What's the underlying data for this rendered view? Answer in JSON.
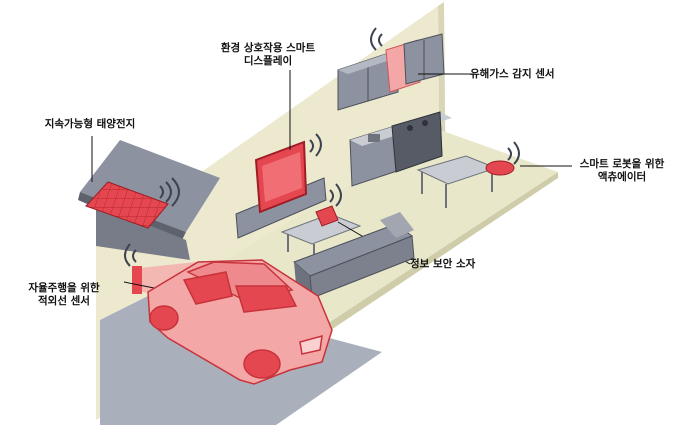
{
  "labels": {
    "solar_cell": "지속가능형 태양전지",
    "smart_display": "환경 상호작용 스마트\n디스플레이",
    "gas_sensor": "유해가스 감지 센서",
    "robot_actuator": "스마트 로봇을 위한\n액츄에이터",
    "ir_sensor": "자율주행을 위한\n적외선 센서",
    "security_device": "정보 보안 소자"
  },
  "colors": {
    "highlight": "#e4474f",
    "highlight_light": "#f4a7a7",
    "wall": "#ece9cf",
    "floor": "#e9e7c9",
    "cabinet": "#8c929f",
    "appliance": "#575b66",
    "signal": "#3d4350",
    "driveway": "#aab0bb"
  }
}
